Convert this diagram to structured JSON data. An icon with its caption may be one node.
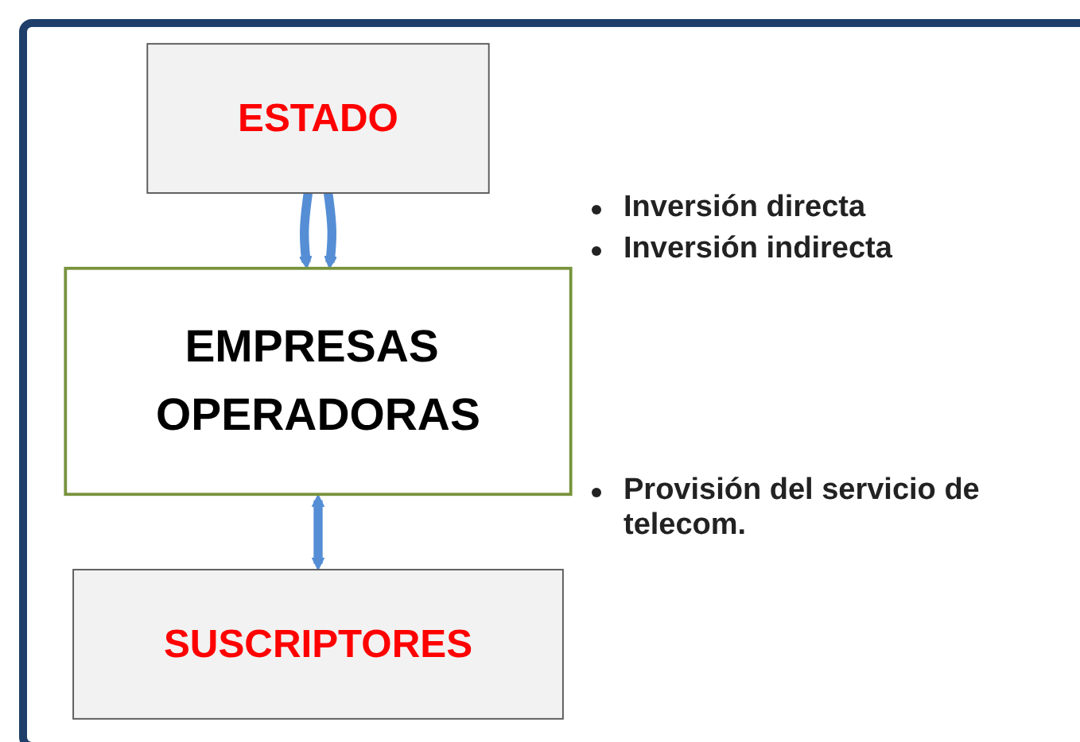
{
  "diagram": {
    "nodes": [
      {
        "text": [
          "ESTADO"
        ]
      },
      {
        "text": [
          "EMPRESAS OPERADORAS"
        ]
      },
      {
        "text": [
          "SUSCRIPTORES"
        ]
      }
    ],
    "edges": [
      {
        "from": 0,
        "to": 1,
        "arrow": "to"
      },
      {
        "from": 0,
        "to": 1,
        "arrow": "to"
      },
      {
        "from": 1,
        "to": 2,
        "arrow": "both"
      }
    ],
    "labels": [
      "Inversión directa",
      "Inversión indirecta",
      "Provisión del servicio de telecom."
    ]
  }
}
